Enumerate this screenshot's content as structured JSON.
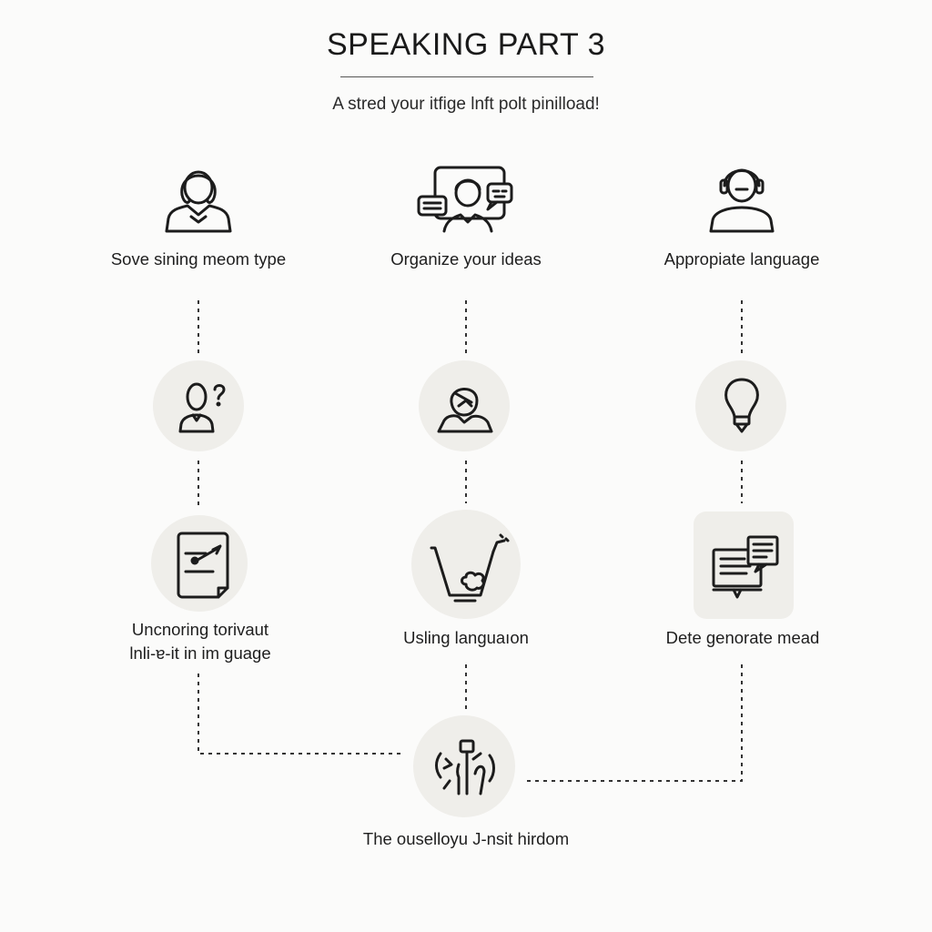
{
  "title": "SPEAKING PART 3",
  "subtitle": "A stred your itfige lnft polt pinilload!",
  "row1": {
    "left_label": "Sove sining meom type",
    "center_label": "Organize your ideas",
    "right_label": "Appropiate language"
  },
  "row3": {
    "left_label_line1": "Uncnoring torivaut",
    "left_label_line2": "lnli-ɐ-it in im guage",
    "center_label": "Usling languaıon",
    "right_label": "Dete genorate mead"
  },
  "bottom": {
    "label": "The ouselloyu J-nsit hirdom"
  },
  "icons": {
    "row1_left": "woman-avatar-icon",
    "row1_center": "video-chat-icon",
    "row1_right": "headset-person-icon",
    "row2_left": "person-question-icon",
    "row2_center": "thinking-person-icon",
    "row2_right": "lightbulb-icon",
    "row3_left": "document-pen-icon",
    "row3_center": "cart-bubble-icon",
    "row3_right": "monitor-notes-icon",
    "bottom": "tools-icon"
  },
  "colors": {
    "background": "#fbfbfa",
    "icon_bg": "#efeeea",
    "stroke": "#1c1c1c"
  }
}
